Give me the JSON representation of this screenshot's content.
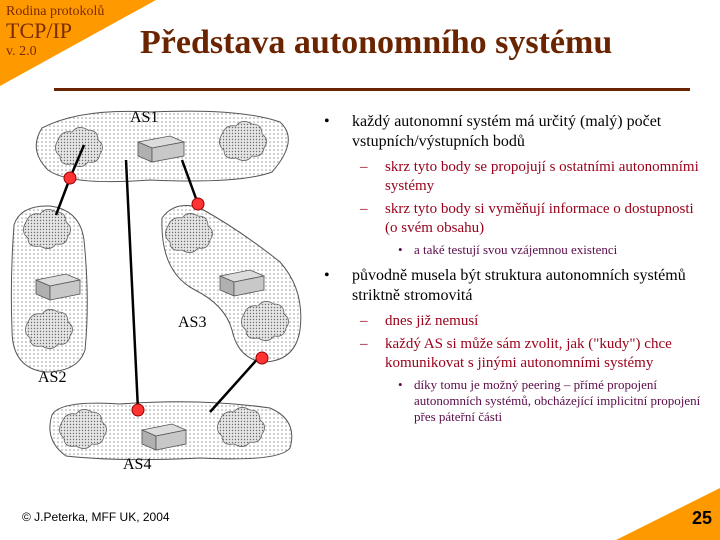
{
  "header": {
    "series": "Rodina protokolů",
    "course": "TCP/IP",
    "version": "v. 2.0",
    "title": "Představa autonomního systému"
  },
  "diagram": {
    "labels": [
      "AS1",
      "AS2",
      "AS3",
      "AS4"
    ]
  },
  "bullets": [
    {
      "text": "každý autonomní systém má určitý (malý) počet vstupních/výstupních bodů",
      "sub": [
        {
          "text": "skrz tyto body se propojují s ostatními autonomními systémy",
          "sub": []
        },
        {
          "text": "skrz tyto body si vyměňují informace o dostupnosti (o svém obsahu)",
          "sub": [
            "a také testují svou vzájemnou existenci"
          ]
        }
      ]
    },
    {
      "text": "původně musela být struktura autonomních systémů striktně stromovitá",
      "sub": [
        {
          "text": "dnes již nemusí",
          "sub": []
        },
        {
          "text": "každý AS si může sám zvolit, jak (\"kudy\") chce komunikovat s jinými autonomními systémy",
          "sub": [
            "díky tomu je možný peering – přímé propojení autonomních systémů, obcházející implicitní propojení přes páteřní části"
          ]
        }
      ]
    }
  ],
  "footer": {
    "copyright": "© J.Peterka, MFF UK, 2004",
    "page": "25"
  },
  "colors": {
    "accent": "#ff9900",
    "title": "#6b2400",
    "level2": "#99001a",
    "level3": "#5a0c4a",
    "router": "#ff3333"
  }
}
